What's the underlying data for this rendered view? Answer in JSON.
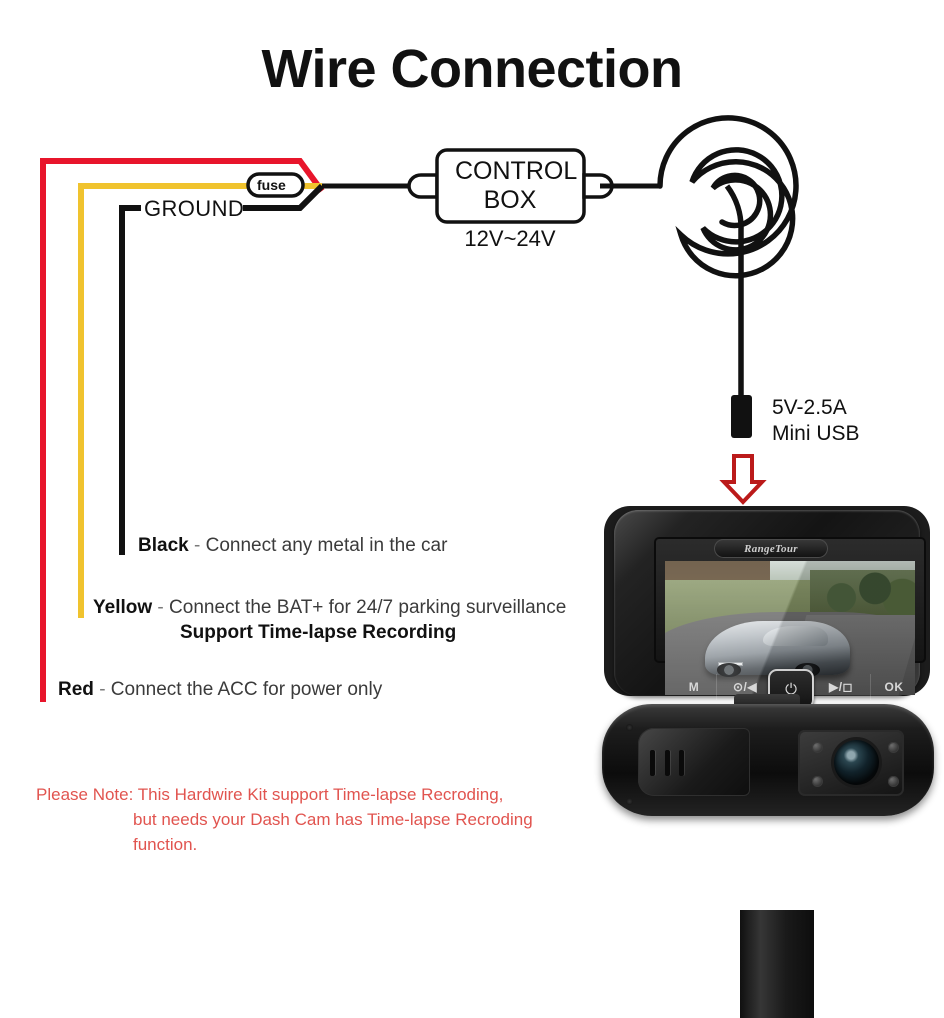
{
  "title": "Wire Connection",
  "diagram": {
    "fuse_label": "fuse",
    "ground_label": "GROUND",
    "control_box": {
      "line1": "CONTROL",
      "line2": "BOX",
      "voltage": "12V~24V"
    },
    "usb": {
      "line1": "5V-2.5A",
      "line2": "Mini USB"
    },
    "wire_colors": {
      "red": "#e8152b",
      "yellow": "#f0c32e",
      "black": "#111111",
      "note_red": "#e1544f",
      "arrow_red": "#bb1a1a"
    }
  },
  "legend": {
    "black": {
      "name": "Black",
      "dash": "-",
      "text": "Connect any metal in the car"
    },
    "yellow": {
      "name": "Yellow",
      "dash": "-",
      "text": "Connect the BAT+ for 24/7 parking surveillance"
    },
    "yellow_sub": "Support Time-lapse Recording",
    "red": {
      "name": "Red",
      "dash": "-",
      "text": "Connect the ACC for power only"
    }
  },
  "note": {
    "line1": "Please Note: This Hardwire Kit support Time-lapse Recroding,",
    "line2": "but needs your Dash Cam has Time-lapse Recroding",
    "line3": "function."
  },
  "device": {
    "brand": "RangeTour",
    "buttons": {
      "menu": "M",
      "record": "⊙/◀",
      "play": "▶/◻",
      "power": "⏻",
      "ok": "OK"
    }
  }
}
